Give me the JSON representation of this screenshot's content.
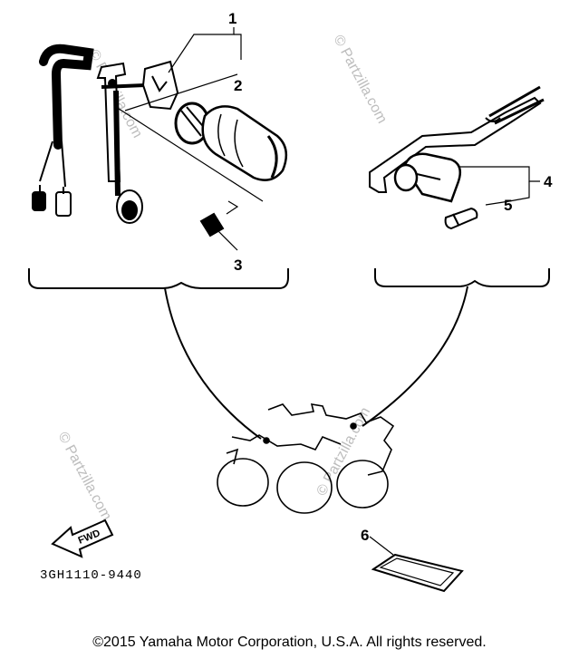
{
  "callouts": {
    "c1": "1",
    "c2": "2",
    "c3": "3",
    "c4": "4",
    "c5": "5",
    "c6": "6"
  },
  "fwd_label": "FWD",
  "part_code": "3GH1110-9440",
  "watermark": "© Partzilla.com",
  "copyright": "©2015 Yamaha Motor Corporation, U.S.A. All rights reserved."
}
